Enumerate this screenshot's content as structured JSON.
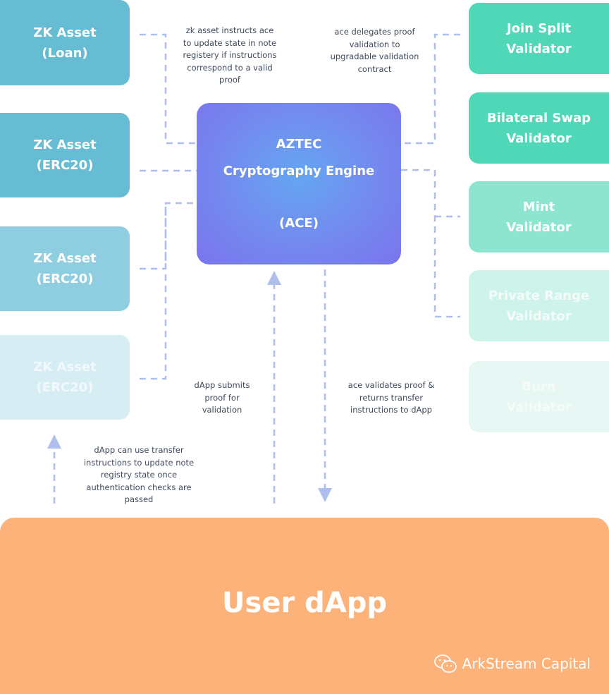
{
  "assets": [
    {
      "line1": "ZK Asset",
      "line2": "(Loan)"
    },
    {
      "line1": "ZK Asset",
      "line2": "(ERC20)"
    },
    {
      "line1": "ZK Asset",
      "line2": "(ERC20)"
    },
    {
      "line1": "ZK Asset",
      "line2": "(ERC20)"
    }
  ],
  "validators": [
    {
      "line1": "Join Split",
      "line2": "Validator"
    },
    {
      "line1": "Bilateral Swap",
      "line2": "Validator"
    },
    {
      "line1": "Mint",
      "line2": "Validator"
    },
    {
      "line1": "Private Range",
      "line2": "Validator"
    },
    {
      "line1": "Burn",
      "line2": "Validator"
    }
  ],
  "ace": {
    "line1": "AZTEC",
    "line2": "Cryptography Engine",
    "line3": "(ACE)"
  },
  "notes": {
    "asset_instruct": [
      "zk asset instructs ace",
      "to update state in note",
      "registery if instructions",
      "correspond to a valid",
      "proof"
    ],
    "ace_delegates": [
      "ace delegates proof",
      "validation to",
      "upgradable validation",
      "contract"
    ],
    "dapp_submits": [
      "dApp submits",
      "proof for",
      "validation"
    ],
    "ace_validates": [
      "ace validates proof  &",
      "returns transfer",
      "instructions to dApp"
    ],
    "dapp_can_use": [
      "dApp can use transfer",
      "instructions to update note",
      "registry state once",
      "authentication checks are",
      "passed"
    ]
  },
  "user_dapp": {
    "title": "User dApp"
  },
  "watermark": {
    "text": "ArkStream Capital",
    "icon": "wechat-icon"
  },
  "colors": {
    "asset_fills": [
      "#66bcd2",
      "#66bcd2",
      "#8fcde0",
      "#d6edf4"
    ],
    "validator_fills": [
      "#4fd7b8",
      "#4fd7b8",
      "#8de4cf",
      "#cdf3ea",
      "#e7f8f4"
    ],
    "validator_text": [
      "#ffffff",
      "#ffffff",
      "#ffffff",
      "#f4fbf9",
      "#f4fbf9"
    ],
    "asset_text": [
      "#ffffff",
      "#ffffff",
      "#ffffff",
      "#f2f9fc"
    ],
    "connector": "#aebfee",
    "user_dapp": "#fdb27a"
  }
}
